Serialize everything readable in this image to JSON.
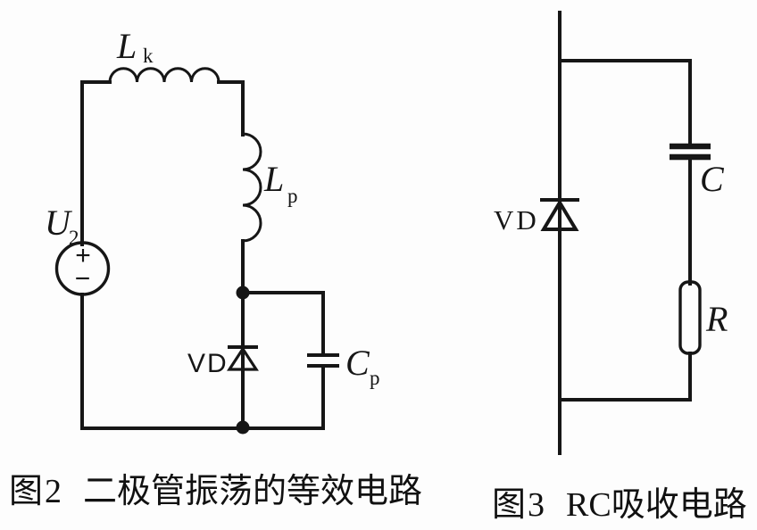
{
  "page": {
    "background": "#fdfdfd",
    "ink": "#161616"
  },
  "figure2": {
    "number": "图2",
    "title": "二极管振荡的等效电路",
    "source_label": {
      "main": "U",
      "sub": "2"
    },
    "source_plus": "+",
    "source_minus": "−",
    "leakage_inductor": {
      "main": "L",
      "sub": "k"
    },
    "primary_inductor": {
      "main": "L",
      "sub": "p"
    },
    "diode_label": "VD",
    "capacitor": {
      "main": "C",
      "sub": "p"
    }
  },
  "figure3": {
    "number": "图3",
    "title": "RC吸收电路",
    "diode_label": "VD",
    "capacitor_label": "C",
    "resistor_label": "R"
  }
}
